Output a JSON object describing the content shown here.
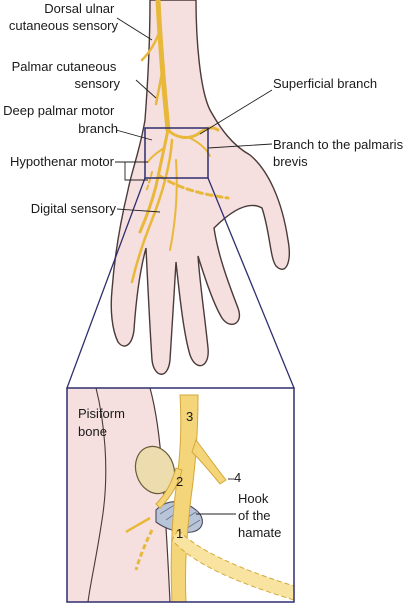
{
  "labels": {
    "dorsal_ulnar_1": "Dorsal ulnar",
    "dorsal_ulnar_2": "cutaneous sensory",
    "palmar_cutaneous_1": "Palmar cutaneous",
    "palmar_cutaneous_2": "sensory",
    "deep_palmar_1": "Deep palmar motor",
    "deep_palmar_2": "branch",
    "hypothenar": "Hypothenar motor",
    "digital": "Digital sensory",
    "superficial": "Superficial branch",
    "palmaris_1": "Branch to the palmaris",
    "palmaris_2": "brevis"
  },
  "inset": {
    "pisiform_1": "Pisiform",
    "pisiform_2": "bone",
    "hook_1": "Hook",
    "hook_2": "of the",
    "hook_3": "hamate",
    "n1": "1",
    "n2": "2",
    "n3": "3",
    "n4": "4"
  },
  "colors": {
    "skin_fill": "#f6dfdf",
    "skin_stroke": "#4a3a3a",
    "nerve": "#e8b83a",
    "nerve_fill": "#f4d57a",
    "box": "#2e2f6e",
    "bone": "#ecdcae",
    "hamate": "#b8c4d8"
  }
}
